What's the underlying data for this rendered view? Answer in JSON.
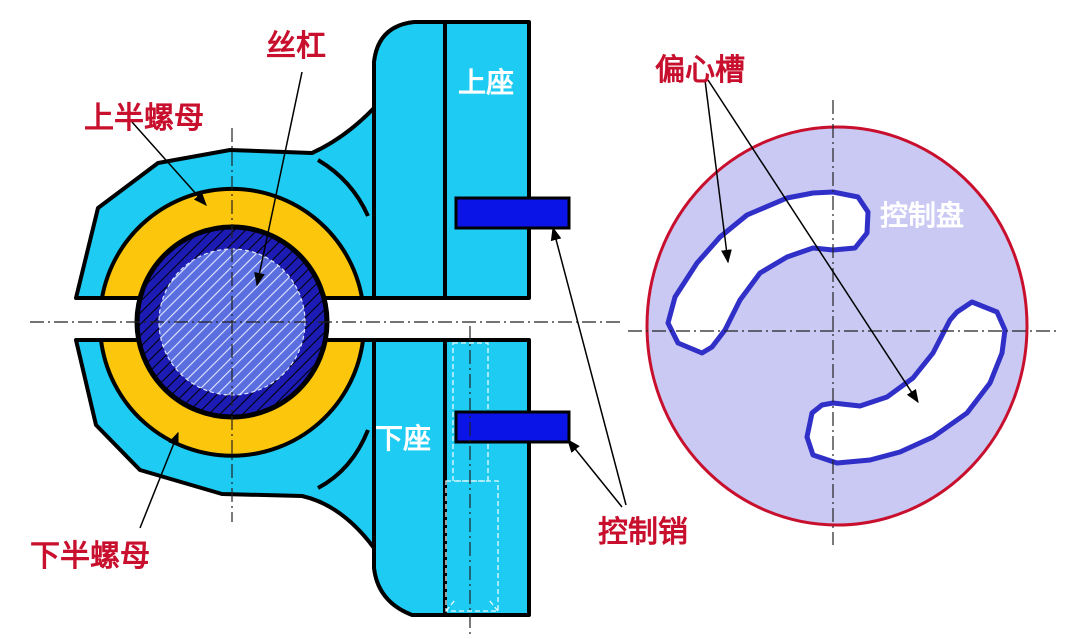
{
  "labels": {
    "screw": "丝杠",
    "upper_half_nut": "上半螺母",
    "lower_half_nut": "下半螺母",
    "upper_seat": "上座",
    "lower_seat": "下座",
    "eccentric_slot": "偏心槽",
    "control_disc": "控制盘",
    "control_pin": "控制销"
  },
  "colors": {
    "housing": "#1ecbf3",
    "nut": "#fbc60c",
    "screw": "#1c1cb4",
    "pin": "#0a14e6",
    "disc_fill": "#c9c9f3",
    "disc_stroke": "#c8102e",
    "slot_stroke": "#3030c8",
    "label": "#c8102e"
  }
}
